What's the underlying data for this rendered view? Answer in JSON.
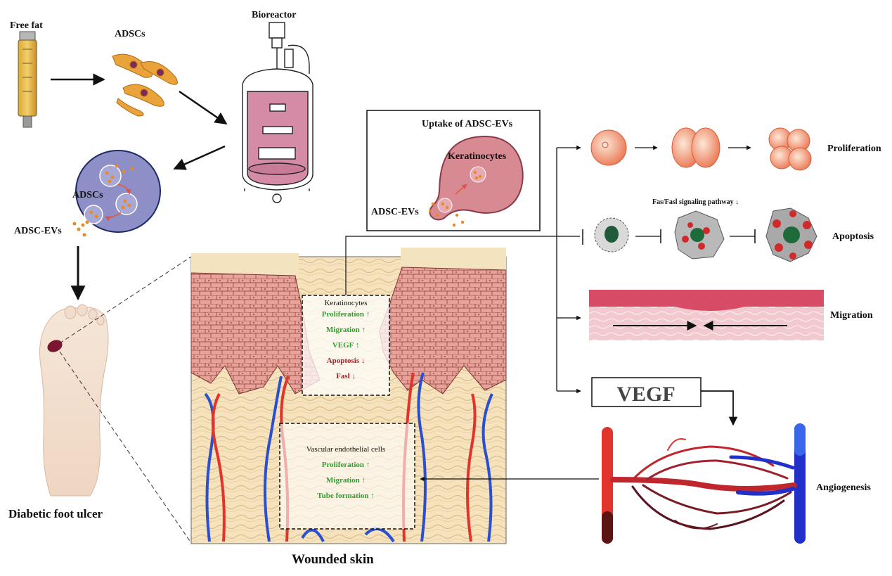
{
  "labels": {
    "free_fat": "Free fat",
    "adscs_top": "ADSCs",
    "bioreactor": "Bioreactor",
    "adscs_cell": "ADSCs",
    "adsc_evs_left": "ADSC-EVs",
    "diabetic_foot_ulcer": "Diabetic foot ulcer",
    "wounded_skin": "Wounded skin",
    "uptake_title": "Uptake of ADSC-EVs",
    "keratinocytes_cell": "Keratinocytes",
    "adsc_evs_box": "ADSC-EVs",
    "proliferation": "Proliferation",
    "apoptosis": "Apoptosis",
    "migration": "Migration",
    "vegf": "VEGF",
    "angiogenesis": "Angiogenesis",
    "fas_pathway": "Fas/Fasl signaling pathway ↓"
  },
  "keratinocyte_box": {
    "title": "Keratinocytes",
    "items": [
      {
        "text": "Proliferation ↑",
        "color": "#2aa52a"
      },
      {
        "text": "Migration ↑",
        "color": "#2aa52a"
      },
      {
        "text": "VEGF ↑",
        "color": "#2aa52a"
      },
      {
        "text": "Apoptosis ↓",
        "color": "#c0141b"
      },
      {
        "text": "Fasl ↓",
        "color": "#c0141b"
      }
    ]
  },
  "endothelial_box": {
    "title": "Vascular endothelial cells",
    "items": [
      {
        "text": "Proliferation ↑",
        "color": "#2aa52a"
      },
      {
        "text": "Migration ↑",
        "color": "#2aa52a"
      },
      {
        "text": "Tube formation ↑",
        "color": "#2aa52a"
      }
    ]
  },
  "colors": {
    "ev_orange": "#e88a2a",
    "artery_red": "#e0342c",
    "vein_blue": "#2a4fd0",
    "epidermis_pink": "#e7a39a",
    "dermis_beige": "#f6e3bd",
    "adsc_purple": "#8e8fc7",
    "keratinocyte_pink": "#d88a93"
  }
}
